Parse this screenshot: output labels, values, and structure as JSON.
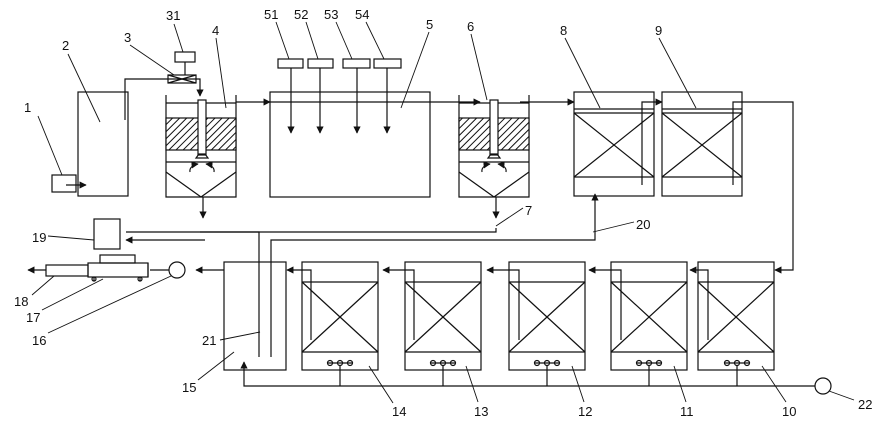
{
  "colors": {
    "line": "#111111",
    "background": "#ffffff"
  },
  "labels": {
    "n1": "1",
    "n2": "2",
    "n3": "3",
    "n4": "4",
    "n5": "5",
    "n6": "6",
    "n7": "7",
    "n8": "8",
    "n9": "9",
    "n10": "10",
    "n11": "11",
    "n12": "12",
    "n13": "13",
    "n14": "14",
    "n15": "15",
    "n16": "16",
    "n17": "17",
    "n18": "18",
    "n19": "19",
    "n20": "20",
    "n21": "21",
    "n22": "22",
    "n31": "31",
    "n51": "51",
    "n52": "52",
    "n53": "53",
    "n54": "54"
  }
}
